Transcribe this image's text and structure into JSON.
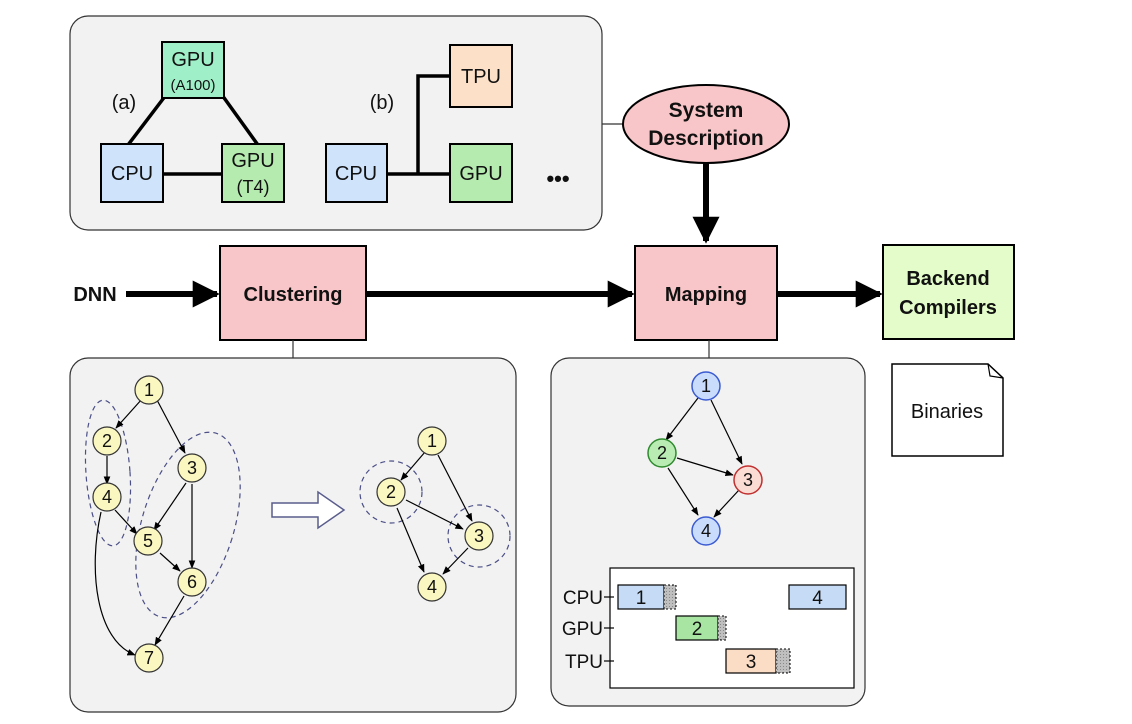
{
  "colors": {
    "panel_fill": "#f2f2f2",
    "panel_stroke": "#333333",
    "cpu": "#cfe3fb",
    "gpu": "#b6ebb0",
    "gpu_a100": "#9ff0c8",
    "tpu": "#fde0c8",
    "pink": "#f8c6c8",
    "backend": "#e3fcc9",
    "node_yellow": "#fbf7c0",
    "node_blue": "#c9dcfb",
    "node_green": "#b9ecb3",
    "node_red": "#fbdcd5",
    "bar_cpu": "#c6dcf6",
    "bar_gpu": "#a8e4a2",
    "bar_tpu": "#fbdcc4",
    "overhead": "#bfbfbf"
  },
  "topology": {
    "label_a": "(a)",
    "label_b": "(b)",
    "a_gpu_a100_line1": "GPU",
    "a_gpu_a100_line2": "(A100)",
    "a_cpu": "CPU",
    "a_gpu_t4_line1": "GPU",
    "a_gpu_t4_line2": "(T4)",
    "b_cpu": "CPU",
    "b_tpu": "TPU",
    "b_gpu": "GPU",
    "ellipsis": "•••"
  },
  "pipeline": {
    "input": "DNN",
    "clustering": "Clustering",
    "mapping": "Mapping",
    "system_description_line1": "System",
    "system_description_line2": "Description",
    "backend_line1": "Backend",
    "backend_line2": "Compilers",
    "binaries": "Binaries"
  },
  "clustering_graph": {
    "before_nodes": [
      "1",
      "2",
      "3",
      "4",
      "5",
      "6",
      "7"
    ],
    "after_nodes": [
      "1",
      "2",
      "3",
      "4"
    ]
  },
  "mapping_graph": {
    "nodes": [
      "1",
      "2",
      "3",
      "4"
    ]
  },
  "schedule": {
    "rows": [
      "CPU",
      "GPU",
      "TPU"
    ],
    "tasks": [
      {
        "label": "1",
        "device": "CPU"
      },
      {
        "label": "4",
        "device": "CPU"
      },
      {
        "label": "2",
        "device": "GPU"
      },
      {
        "label": "3",
        "device": "TPU"
      }
    ]
  }
}
